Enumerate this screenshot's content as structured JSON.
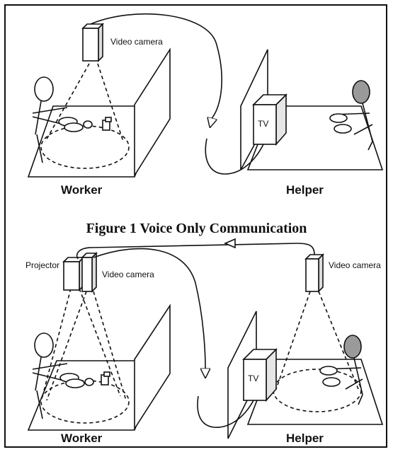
{
  "top_panel": {
    "camera_label": "Video camera",
    "tv_label": "TV",
    "worker_label": "Worker",
    "helper_label": "Helper"
  },
  "caption": "Figure 1 Voice Only Communication",
  "bottom_panel": {
    "projector_label": "Projector",
    "camera_label": "Video camera",
    "remote_camera_label": "Video camera",
    "tv_label": "TV",
    "worker_label": "Worker",
    "helper_label": "Helper"
  },
  "colors": {
    "line": "#111111",
    "head_fill_helper": "#9a9a9a",
    "tv_side": "#e6e6e6"
  }
}
